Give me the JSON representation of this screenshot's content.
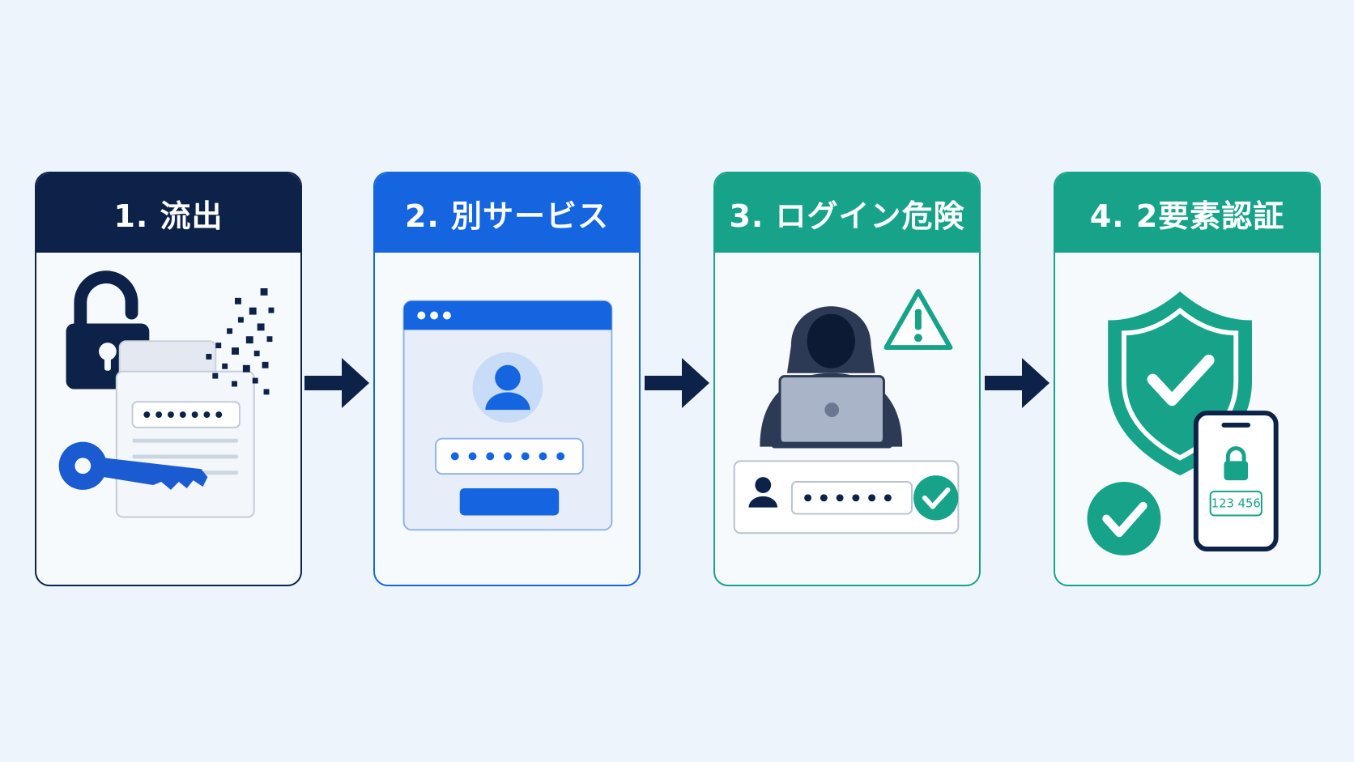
{
  "steps": [
    {
      "title": "1. 流出",
      "color": "#0c2249"
    },
    {
      "title": "2. 別サービス",
      "color": "#1565e0"
    },
    {
      "title": "3. ログイン危険",
      "color": "#16a38a"
    },
    {
      "title": "4. 2要素認証",
      "color": "#16a38a"
    }
  ],
  "phone_code": "123 456",
  "icons": [
    "unlocked-padlock-icon",
    "key-icon",
    "password-document-icon",
    "browser-login-icon",
    "hacker-icon",
    "warning-icon",
    "laptop-icon",
    "shield-check-icon",
    "check-circle-icon",
    "smartphone-lock-icon",
    "arrow-right-icon"
  ]
}
